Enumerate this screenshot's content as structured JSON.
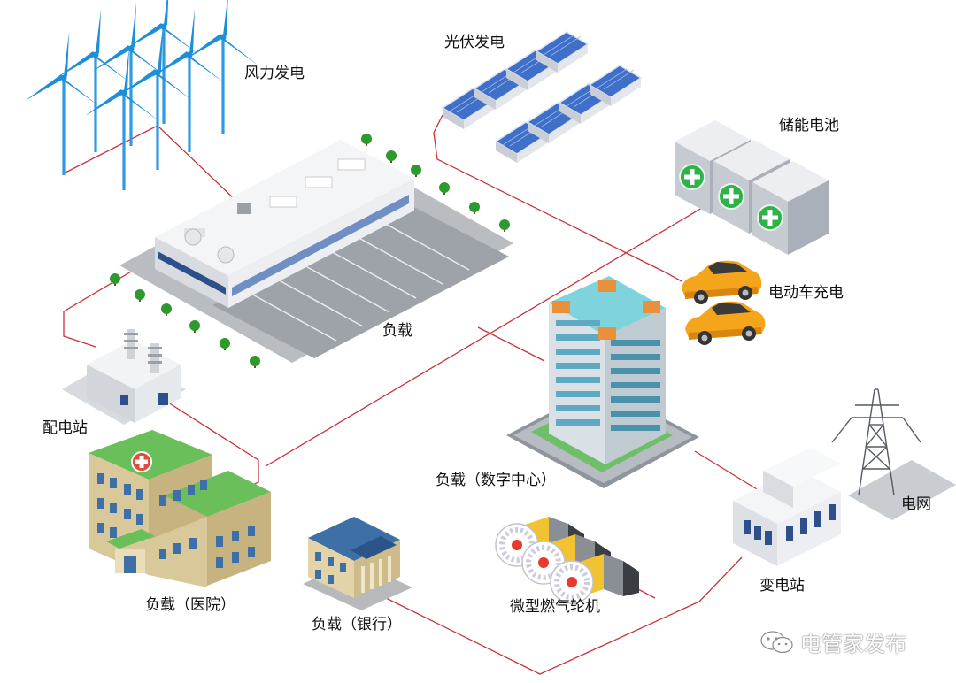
{
  "labels": {
    "wind": "风力发电",
    "pv": "光伏发电",
    "storage": "储能电池",
    "ev": "电动车充电",
    "load_factory": "负载",
    "substation_dist": "配电站",
    "load_datacenter": "负载（数字中心）",
    "load_hospital": "负载（医院）",
    "load_bank": "负载（银行）",
    "microturbine": "微型燃气轮机",
    "substation": "变电站",
    "grid": "电网"
  },
  "watermark": {
    "text": "电管家发布",
    "icon": "wechat-icon"
  },
  "colors": {
    "line": "#c8323a",
    "turbine": "#1e8fd6",
    "car": "#f4a51c",
    "roof_green": "#5aa84a",
    "bank_roof": "#3e6fa6",
    "storage_plus": "#2fb24a",
    "glass": "#7fc7d8"
  }
}
